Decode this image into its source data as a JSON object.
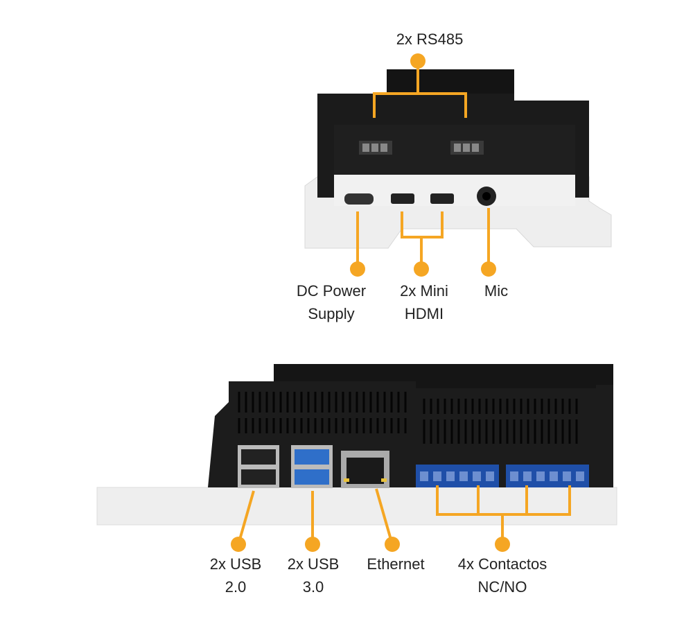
{
  "accent_color": "#F5A623",
  "top_device": {
    "labels": {
      "rs485": "2x RS485",
      "power_line1": "DC Power",
      "power_line2": "Supply",
      "hdmi_line1": "2x Mini",
      "hdmi_line2": "HDMI",
      "mic": "Mic"
    }
  },
  "bottom_device": {
    "labels": {
      "usb2_line1": "2x USB",
      "usb2_line2": "2.0",
      "usb3_line1": "2x USB",
      "usb3_line2": "3.0",
      "ethernet": "Ethernet",
      "contacts_line1": "4x Contactos",
      "contacts_line2": "NC/NO"
    }
  }
}
